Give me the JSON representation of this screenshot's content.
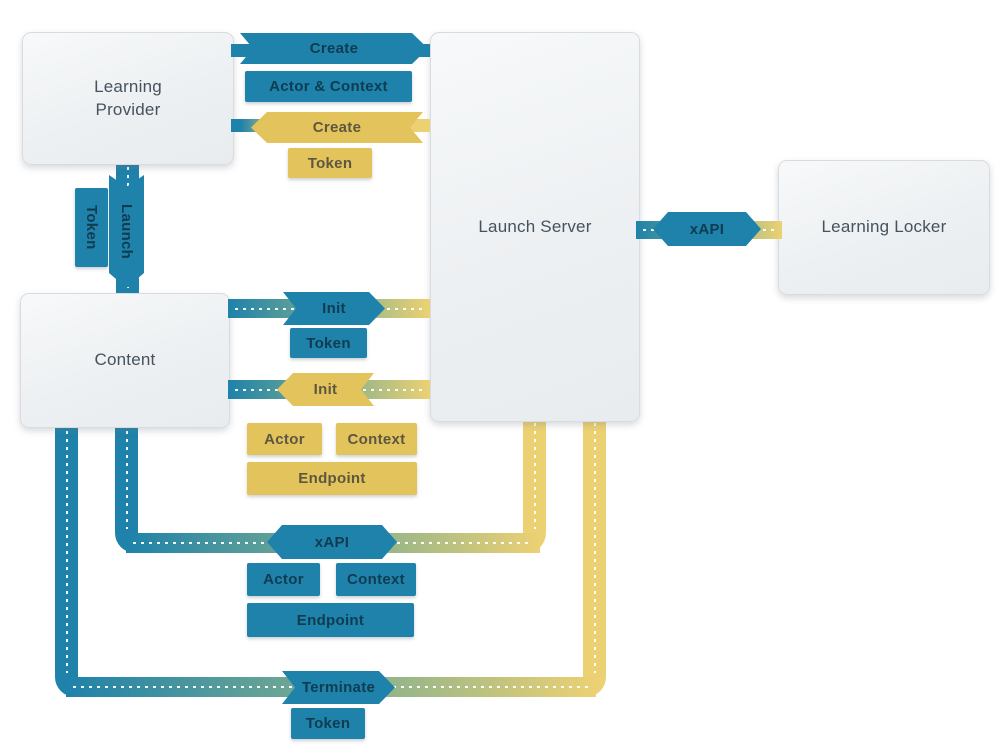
{
  "theme": {
    "background": "#ffffff",
    "blue": "#1e82aa",
    "yellow": "#e2c35c",
    "yellow_light": "#ecd173",
    "box_fill": "#eef1f3",
    "box_border": "#d8dce0",
    "box_text": "#46525d",
    "text_on_blue": "#0f3c51",
    "text_on_yellow": "#5d5742"
  },
  "nodes": {
    "learning_provider": {
      "label": "Learning\nProvider"
    },
    "content": {
      "label": "Content"
    },
    "launch_server": {
      "label": "Launch Server"
    },
    "learning_locker": {
      "label": "Learning Locker"
    }
  },
  "flows": {
    "create_request": {
      "label": "Create",
      "payload": "Actor & Context",
      "direction": "right"
    },
    "create_response": {
      "label": "Create",
      "payload": "Token",
      "direction": "left"
    },
    "launch": {
      "label": "Launch",
      "payload": "Token",
      "direction": "down"
    },
    "init_request": {
      "label": "Init",
      "payload": "Token",
      "direction": "right"
    },
    "init_response": {
      "label": "Init",
      "payloads": [
        "Actor",
        "Context",
        "Endpoint"
      ],
      "direction": "left"
    },
    "xapi_calls": {
      "label": "xAPI",
      "payloads": [
        "Actor",
        "Context",
        "Endpoint"
      ],
      "direction": "both"
    },
    "terminate": {
      "label": "Terminate",
      "payload": "Token",
      "direction": "right"
    },
    "xapi_store": {
      "label": "xAPI",
      "direction": "both"
    }
  }
}
